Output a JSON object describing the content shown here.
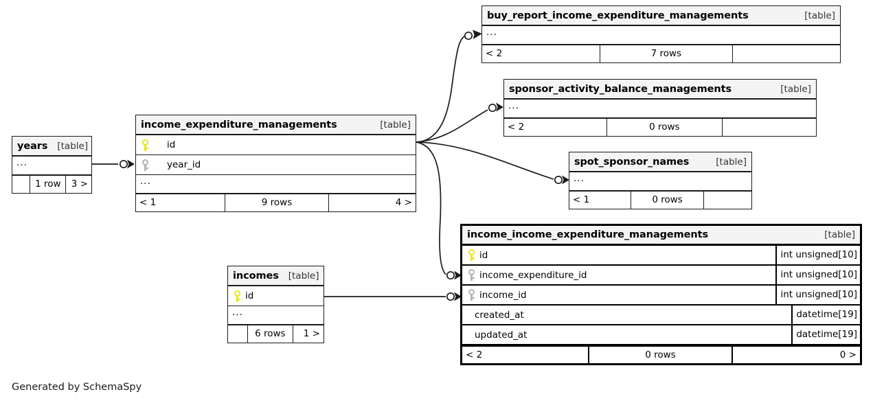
{
  "diagram": {
    "caption": "Generated by SchemaSpy",
    "table_tag": "[table]",
    "ellipsis": "...",
    "colors": {
      "primary_key": "#e8e814",
      "foreign_key": "#b4b4b4",
      "header_background": "#f4f4f4",
      "border": "#1a1a1a",
      "focal_border": "#000000",
      "text": "#000000",
      "canvas": "#ffffff"
    }
  },
  "tables": [
    {
      "id": "buy_report_income_expenditure_managements",
      "name": "buy_report_income_expenditure_managements",
      "tag": "[table]",
      "focal": false,
      "columns": [],
      "has_ellipsis": true,
      "footer": {
        "left": "< 2",
        "mid": "7 rows",
        "right": ""
      }
    },
    {
      "id": "sponsor_activity_balance_managements",
      "name": "sponsor_activity_balance_managements",
      "tag": "[table]",
      "focal": false,
      "columns": [],
      "has_ellipsis": true,
      "footer": {
        "left": "< 2",
        "mid": "0 rows",
        "right": ""
      }
    },
    {
      "id": "spot_sponsor_names",
      "name": "spot_sponsor_names",
      "tag": "[table]",
      "focal": false,
      "columns": [],
      "has_ellipsis": true,
      "footer": {
        "left": "< 1",
        "mid": "0 rows",
        "right": ""
      }
    },
    {
      "id": "income_expenditure_managements",
      "name": "income_expenditure_managements",
      "tag": "[table]",
      "focal": false,
      "columns": [
        {
          "name": "id",
          "key": "primary",
          "type": ""
        },
        {
          "name": "year_id",
          "key": "foreign",
          "type": ""
        }
      ],
      "has_ellipsis": true,
      "footer": {
        "left": "< 1",
        "mid": "9 rows",
        "right": "4 >"
      }
    },
    {
      "id": "years",
      "name": "years",
      "tag": "[table]",
      "focal": false,
      "columns": [],
      "has_ellipsis": true,
      "footer": {
        "left": "",
        "mid": "1 row",
        "right": "3 >"
      }
    },
    {
      "id": "incomes",
      "name": "incomes",
      "tag": "[table]",
      "focal": false,
      "columns": [
        {
          "name": "id",
          "key": "primary",
          "type": ""
        }
      ],
      "has_ellipsis": true,
      "footer": {
        "left": "",
        "mid": "6 rows",
        "right": "1 >"
      }
    },
    {
      "id": "income_income_expenditure_managements",
      "name": "income_income_expenditure_managements",
      "tag": "[table]",
      "focal": true,
      "columns": [
        {
          "name": "id",
          "key": "primary",
          "type": "int unsigned[10]"
        },
        {
          "name": "income_expenditure_id",
          "key": "foreign",
          "type": "int unsigned[10]"
        },
        {
          "name": "income_id",
          "key": "foreign",
          "type": "int unsigned[10]"
        },
        {
          "name": "created_at",
          "key": "none",
          "type": "datetime[19]"
        },
        {
          "name": "updated_at",
          "key": "none",
          "type": "datetime[19]"
        }
      ],
      "has_ellipsis": false,
      "footer": {
        "left": "< 2",
        "mid": "0 rows",
        "right": "0 >"
      }
    }
  ],
  "relationships": [
    {
      "from": "years",
      "to": "income_expenditure_managements"
    },
    {
      "from": "income_expenditure_managements",
      "to": "buy_report_income_expenditure_managements"
    },
    {
      "from": "income_expenditure_managements",
      "to": "sponsor_activity_balance_managements"
    },
    {
      "from": "income_expenditure_managements",
      "to": "spot_sponsor_names"
    },
    {
      "from": "income_expenditure_managements",
      "to": "income_income_expenditure_managements"
    },
    {
      "from": "incomes",
      "to": "income_income_expenditure_managements"
    }
  ]
}
